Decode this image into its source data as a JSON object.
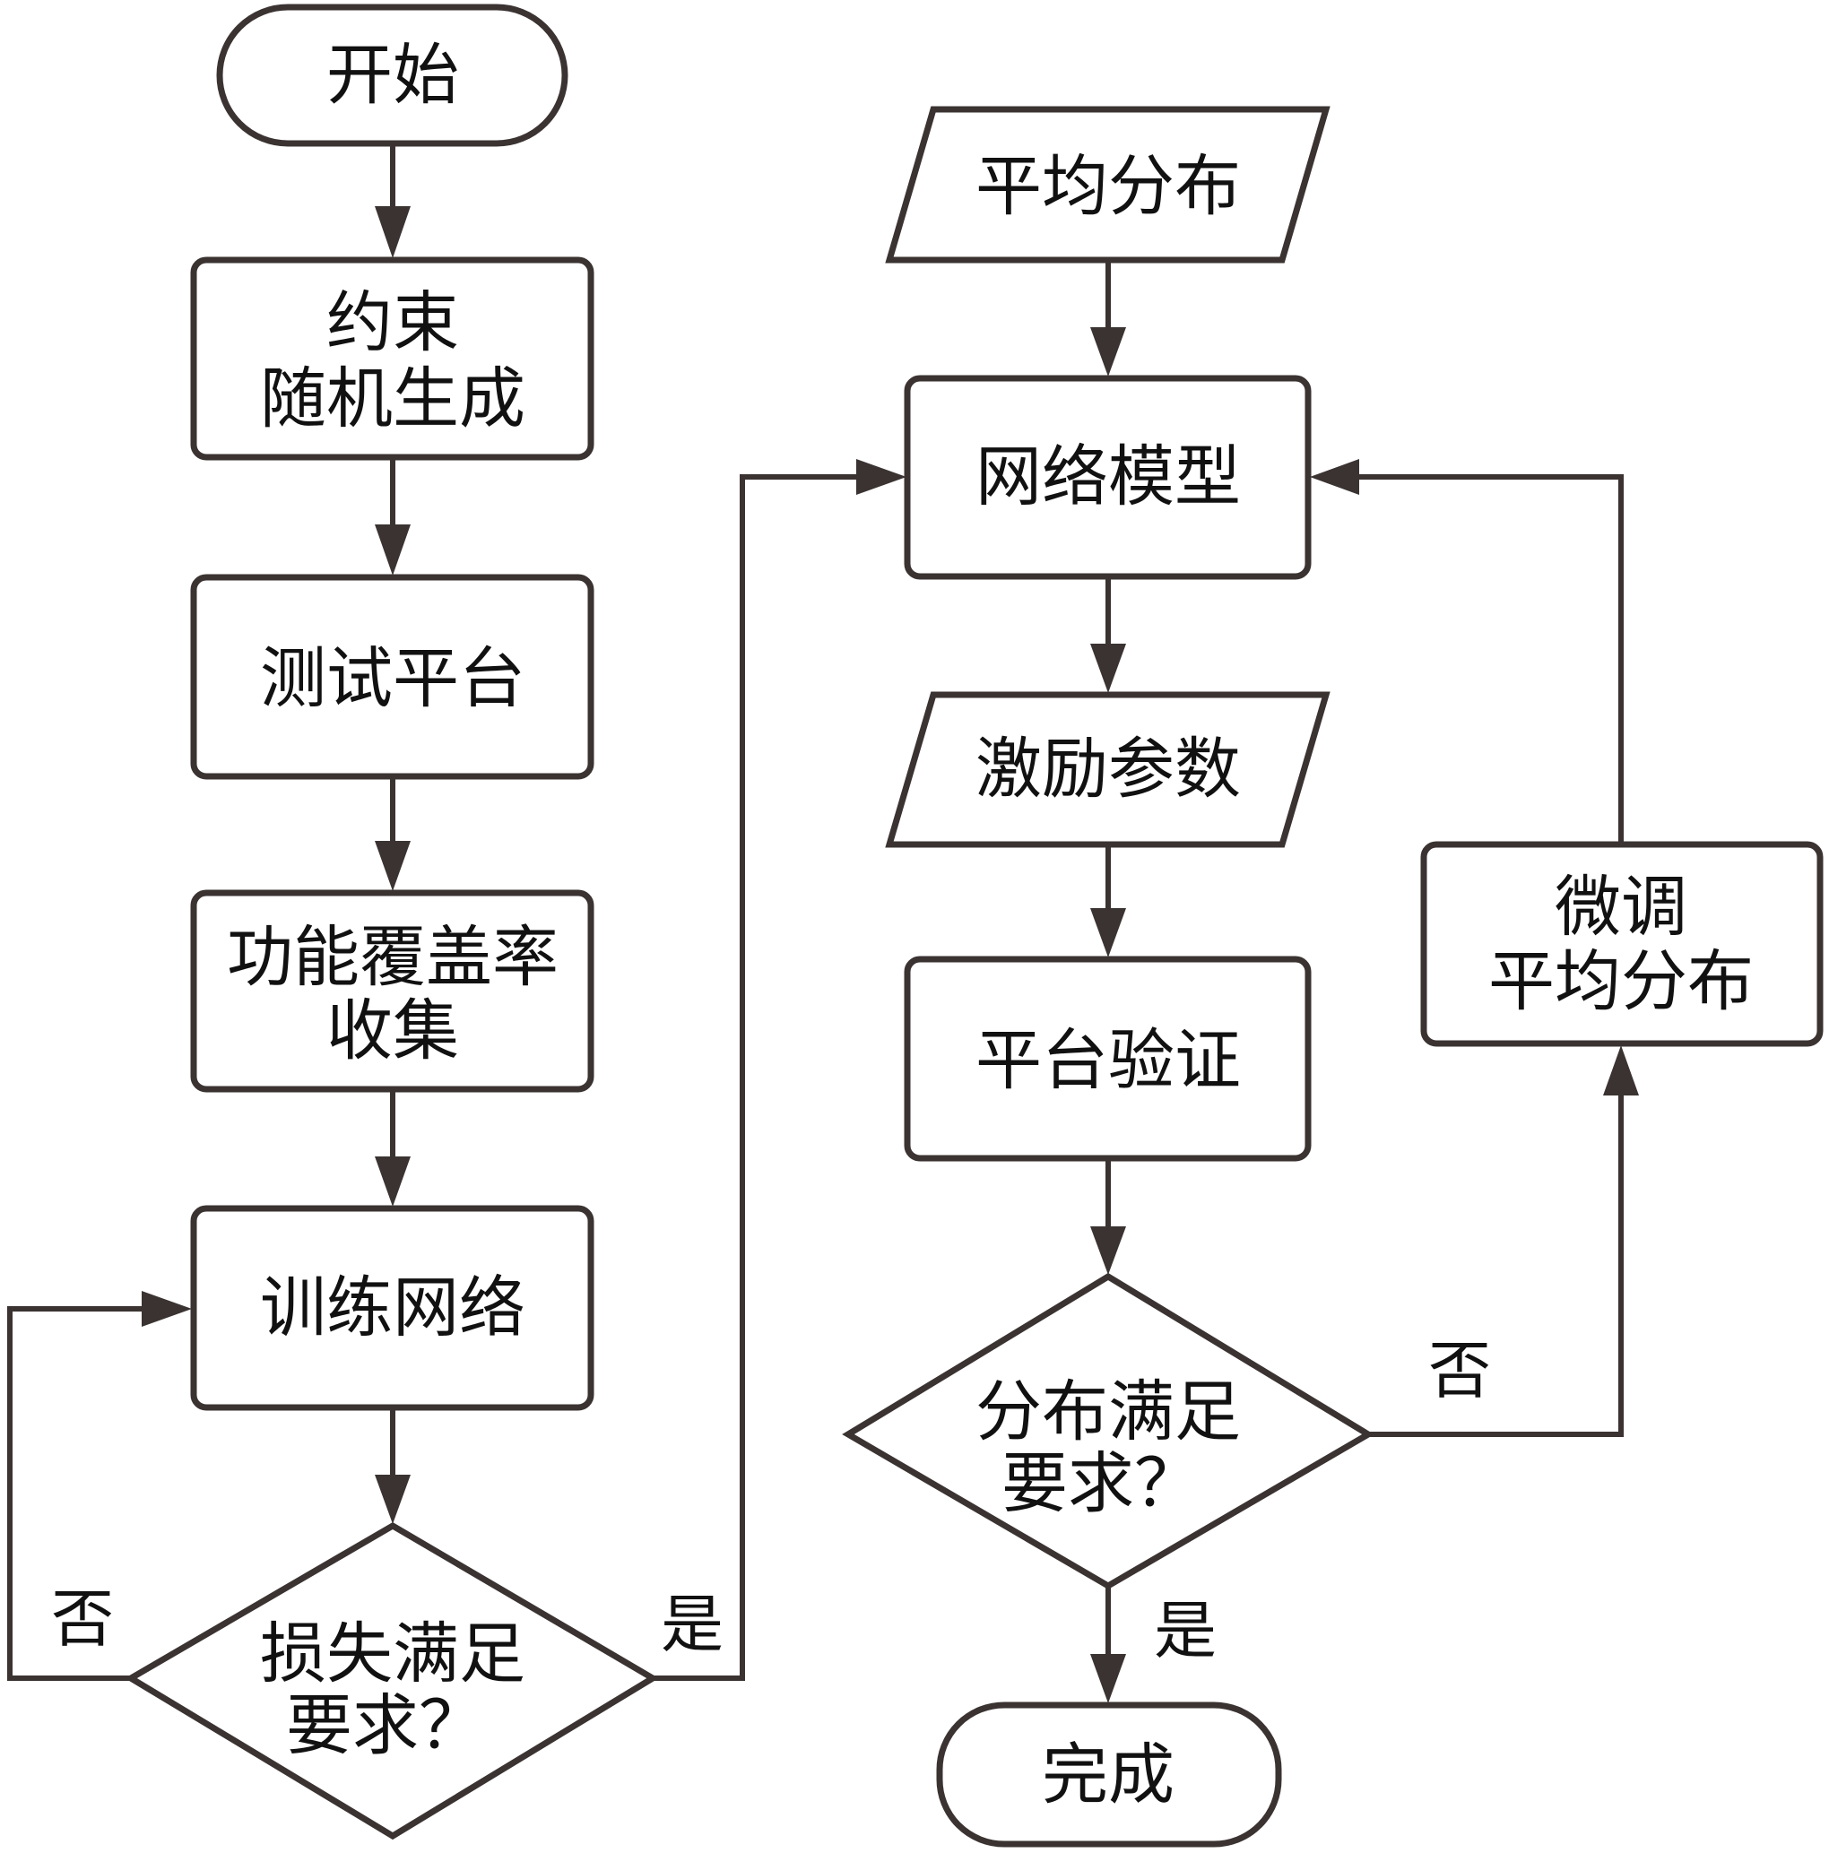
{
  "diagram": {
    "type": "flowchart",
    "left_flow": {
      "start": "开始",
      "constraint_random": [
        "约束",
        "随机生成"
      ],
      "testbench": "测试平台",
      "coverage_collect": [
        "功能覆盖率",
        "收集"
      ],
      "train_network": "训练网络",
      "loss_decision": [
        "损失满足",
        "要求？"
      ],
      "no_label": "否",
      "yes_label": "是"
    },
    "right_flow": {
      "uniform_distribution": "平均分布",
      "network_model": "网络模型",
      "stimulus_params": "激励参数",
      "platform_verify": "平台验证",
      "distribution_decision": [
        "分布满足",
        "要求？"
      ],
      "no_label": "否",
      "yes_label": "是",
      "finish": "完成",
      "finetune": [
        "微调",
        "平均分布"
      ]
    }
  }
}
